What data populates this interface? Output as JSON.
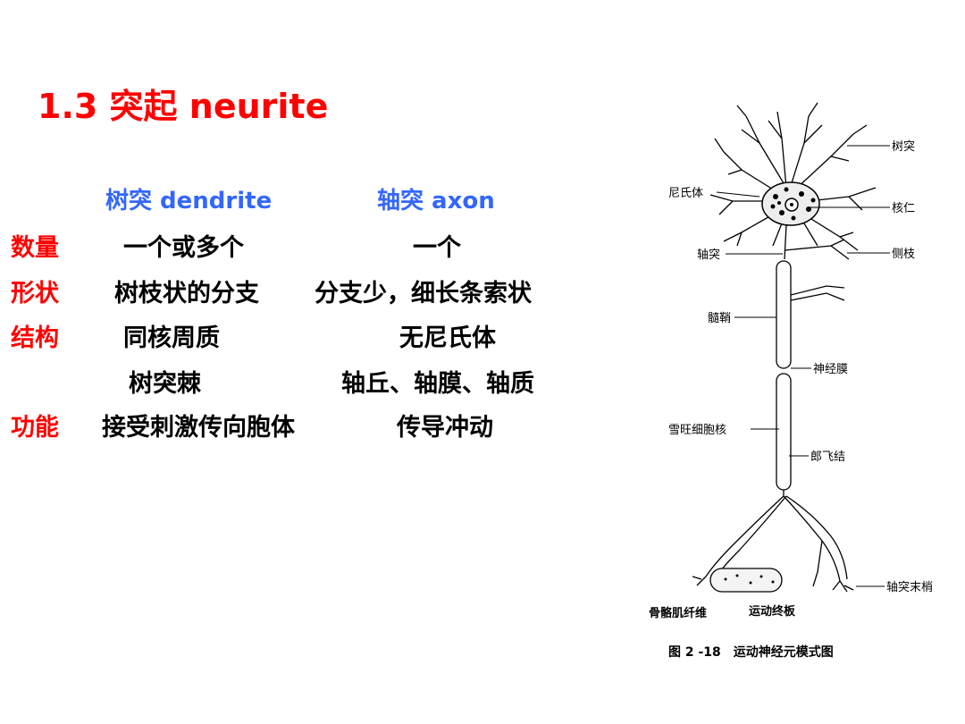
{
  "slide": {
    "title": "1.3 突起 neurite",
    "columns": {
      "dendrite": "树突 dendrite",
      "axon": "轴突 axon"
    },
    "rows": [
      {
        "label": "数量",
        "dendrite": "一个或多个",
        "axon": "一个"
      },
      {
        "label": "形状",
        "dendrite": "树枝状的分支",
        "axon": "分支少，细长条索状"
      },
      {
        "label": "结构",
        "dendrite": "同核周质",
        "axon": "无尼氏体"
      },
      {
        "label": "",
        "dendrite": "树突棘",
        "axon": "轴丘、轴膜、轴质"
      },
      {
        "label": "功能",
        "dendrite": "接受刺激传向胞体",
        "axon": "传导冲动"
      }
    ]
  },
  "figure": {
    "labels": {
      "dendrite": "树突",
      "nissl": "尼氏体",
      "nucleolus": "核仁",
      "axon": "轴突",
      "collateral": "侧枝",
      "myelin": "髓鞘",
      "neurilemma": "神经膜",
      "schwann_nucleus": "雪旺细胞核",
      "ranvier": "郎飞结",
      "terminal": "轴突末梢",
      "muscle_fiber": "骨骼肌纤维",
      "motor_endplate": "运动终板"
    },
    "caption": "图 2 -18　运动神经元模式图"
  }
}
